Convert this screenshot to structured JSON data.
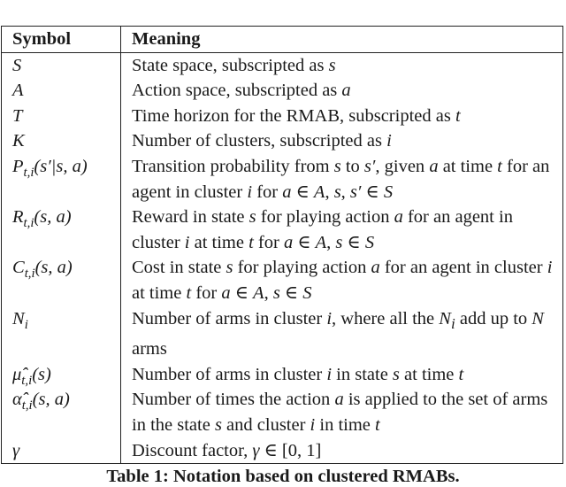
{
  "table": {
    "headers": {
      "symbol": "Symbol",
      "meaning": "Meaning"
    },
    "rows": [
      {
        "symbol_html": "S",
        "meaning_html": "State space, subscripted as <i>s</i>",
        "symbol": "S",
        "meaning": "State space, subscripted as s"
      },
      {
        "symbol_html": "A",
        "meaning_html": "Action space, subscripted as <i>a</i>",
        "symbol": "A",
        "meaning": "Action space, subscripted as a"
      },
      {
        "symbol_html": "T",
        "meaning_html": "Time horizon for the RMAB, subscripted as <i>t</i>",
        "symbol": "T",
        "meaning": "Time horizon for the RMAB, subscripted as t"
      },
      {
        "symbol_html": "K",
        "meaning_html": "Number of clusters, subscripted as <i>i</i>",
        "symbol": "K",
        "meaning": "Number of clusters, subscripted as i"
      },
      {
        "symbol_html": "P<sub>t,i</sub>(s′|s, a)",
        "meaning_html": "Transition probability from <i>s</i> to <i>s′</i>, given <i>a</i> at time <i>t</i> for an agent in cluster <i>i</i> for <i>a</i> ∈ <i>A</i>, <i>s</i>, <i>s′</i> ∈ <i>S</i>",
        "symbol": "P_{t,i}(s'|s, a)",
        "meaning": "Transition probability from s to s', given a at time t for an agent in cluster i for a ∈ A, s, s' ∈ S"
      },
      {
        "symbol_html": "R<sub>t,i</sub>(s, a)",
        "meaning_html": "Reward in state <i>s</i> for playing action <i>a</i> for an agent in cluster <i>i</i> at time <i>t</i> for <i>a</i> ∈ <i>A</i>, <i>s</i> ∈ <i>S</i>",
        "symbol": "R_{t,i}(s, a)",
        "meaning": "Reward in state s for playing action a for an agent in cluster i at time t for a ∈ A, s ∈ S"
      },
      {
        "symbol_html": "C<sub>t,i</sub>(s, a)",
        "meaning_html": "Cost in state <i>s</i> for playing action <i>a</i> for an agent in cluster <i>i</i> at time <i>t</i> for <i>a</i> ∈ <i>A</i>, <i>s</i> ∈ <i>S</i>",
        "symbol": "C_{t,i}(s, a)",
        "meaning": "Cost in state s for playing action a for an agent in cluster i at time t for a ∈ A, s ∈ S"
      },
      {
        "symbol_html": "N<sub>i</sub>",
        "meaning_html": "Number of arms in cluster <i>i</i>, where all the <i>N<sub>i</sub></i> add up to <i>N</i> arms",
        "symbol": "N_i",
        "meaning": "Number of arms in cluster i, where all the N_i add up to N arms"
      },
      {
        "symbol_html": "μ̂<sub>t,i</sub>(s)",
        "meaning_html": "Number of arms in cluster <i>i</i> in state <i>s</i> at time <i>t</i>",
        "symbol": "μ̂_{t,i}(s)",
        "meaning": "Number of arms in cluster i in state s at time t"
      },
      {
        "symbol_html": "α̂<sub>t,i</sub>(s, a)",
        "meaning_html": "Number of times the action <i>a</i> is applied to the set of arms in the state <i>s</i> and cluster <i>i</i> in time <i>t</i>",
        "symbol": "α̂_{t,i}(s, a)",
        "meaning": "Number of times the action a is applied to the set of arms in the state s and cluster i in time t"
      },
      {
        "symbol_html": "γ",
        "meaning_html": "Discount factor, <i>γ</i> ∈ [0, 1]",
        "symbol": "γ",
        "meaning": "Discount factor, γ ∈ [0, 1]"
      }
    ]
  },
  "caption": "Table 1: Notation based on clustered RMABs."
}
